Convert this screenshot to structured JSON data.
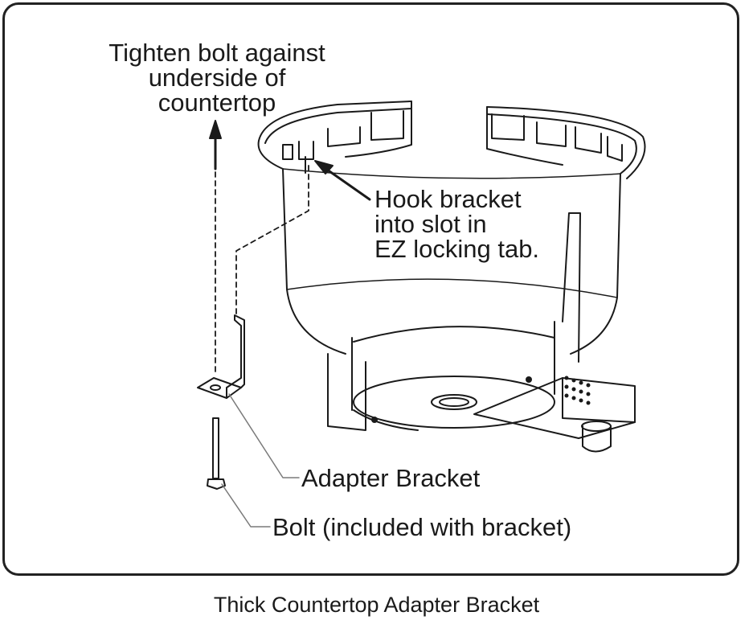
{
  "labels": {
    "tighten": "Tighten bolt against\nunderside of\ncountertop",
    "hook": "Hook bracket\ninto slot in\nEZ locking tab.",
    "adapter": "Adapter Bracket",
    "bolt": "Bolt (included with bracket)"
  },
  "caption": "Thick Countertop Adapter Bracket"
}
